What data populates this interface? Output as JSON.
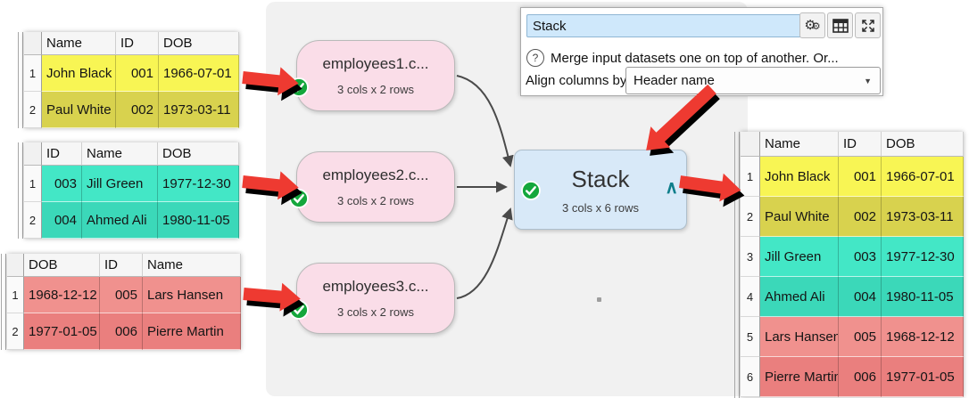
{
  "properties_panel": {
    "transform_name": "Stack",
    "help_glyph": "?",
    "description": "Merge input datasets one on top of another. Or...",
    "align_label": "Align columns by:",
    "align_value": "Header name",
    "icons": [
      "gears-icon",
      "table-icon",
      "expand-icon",
      "dropdown-caret-icon",
      "help-icon"
    ]
  },
  "canvas": {
    "input_nodes": [
      {
        "label": "employees1.c...",
        "size": "3 cols x 2 rows"
      },
      {
        "label": "employees2.c...",
        "size": "3 cols x 2 rows"
      },
      {
        "label": "employees3.c...",
        "size": "3 cols x 2 rows"
      }
    ],
    "stack_node": {
      "label": "Stack",
      "size": "3 cols x 6 rows",
      "caret_glyph": "∧"
    }
  },
  "colors": {
    "yellow_light": "#f8f554",
    "yellow_dark": "#d8d24e",
    "teal_light": "#43e7c6",
    "teal_dark": "#3bd8b9",
    "red_light": "#f0918e",
    "red_dark": "#ea7f7e",
    "node_pink": "#fadde8",
    "node_blue": "#d8e9f8",
    "arrow_red": "#ee3a31",
    "check_green": "#14a73c",
    "caret_teal": "#0d7e8b",
    "input_field_blue": "#cfe8fb"
  },
  "tables": [
    {
      "name": "input-table-1",
      "headers": [
        "Name",
        "ID",
        "DOB"
      ],
      "aligns": [
        "left",
        "right",
        "left"
      ],
      "rows": [
        [
          "John Black",
          "001",
          "1966-07-01"
        ],
        [
          "Paul White",
          "002",
          "1973-03-11"
        ]
      ],
      "row_colors": [
        "yellow_light",
        "yellow_dark"
      ]
    },
    {
      "name": "input-table-2",
      "headers": [
        "ID",
        "Name",
        "DOB"
      ],
      "aligns": [
        "right",
        "left",
        "left"
      ],
      "rows": [
        [
          "003",
          "Jill Green",
          "1977-12-30"
        ],
        [
          "004",
          "Ahmed Ali",
          "1980-11-05"
        ]
      ],
      "row_colors": [
        "teal_light",
        "teal_dark"
      ]
    },
    {
      "name": "input-table-3",
      "headers": [
        "DOB",
        "ID",
        "Name"
      ],
      "aligns": [
        "left",
        "right",
        "left"
      ],
      "rows": [
        [
          "1968-12-12",
          "005",
          "Lars Hansen"
        ],
        [
          "1977-01-05",
          "006",
          "Pierre Martin"
        ]
      ],
      "row_colors": [
        "red_light",
        "red_dark"
      ]
    },
    {
      "name": "output-table",
      "headers": [
        "Name",
        "ID",
        "DOB"
      ],
      "aligns": [
        "left",
        "right",
        "left"
      ],
      "rows": [
        [
          "John Black",
          "001",
          "1966-07-01"
        ],
        [
          "Paul White",
          "002",
          "1973-03-11"
        ],
        [
          "Jill Green",
          "003",
          "1977-12-30"
        ],
        [
          "Ahmed Ali",
          "004",
          "1980-11-05"
        ],
        [
          "Lars Hansen",
          "005",
          "1968-12-12"
        ],
        [
          "Pierre Martin",
          "006",
          "1977-01-05"
        ]
      ],
      "row_colors": [
        "yellow_light",
        "yellow_dark",
        "teal_light",
        "teal_dark",
        "red_light",
        "red_dark"
      ]
    }
  ]
}
